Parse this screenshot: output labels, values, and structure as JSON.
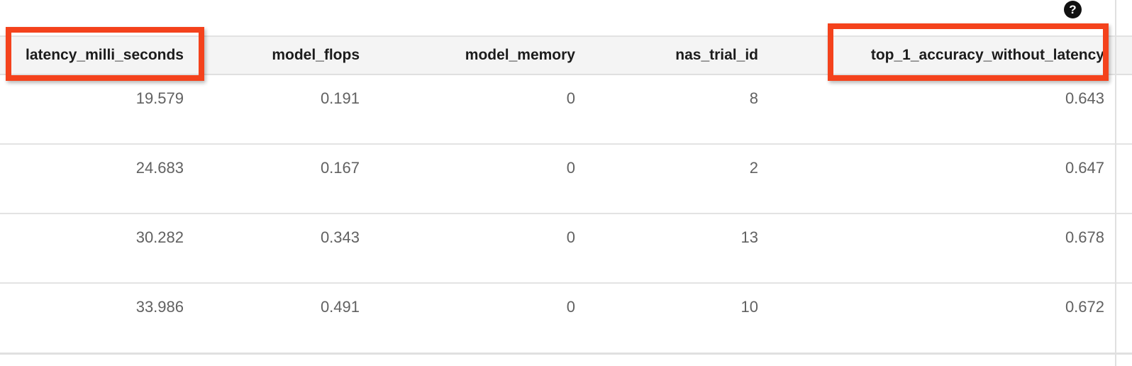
{
  "help": {
    "glyph": "?",
    "label": "Help"
  },
  "colors": {
    "highlight_box": "#f4421c",
    "header_bg": "#f4f4f4",
    "row_border": "#e3e3e3",
    "header_text": "#1c1c1c",
    "cell_text": "#616161"
  },
  "table": {
    "columns": [
      {
        "label": "latency_milli_seconds",
        "highlighted": true
      },
      {
        "label": "model_flops",
        "highlighted": false
      },
      {
        "label": "model_memory",
        "highlighted": false
      },
      {
        "label": "nas_trial_id",
        "highlighted": false
      },
      {
        "label": "top_1_accuracy_without_latency",
        "highlighted": true
      }
    ],
    "rows": [
      [
        "19.579",
        "0.191",
        "0",
        "8",
        "0.643"
      ],
      [
        "24.683",
        "0.167",
        "0",
        "2",
        "0.647"
      ],
      [
        "30.282",
        "0.343",
        "0",
        "13",
        "0.678"
      ],
      [
        "33.986",
        "0.491",
        "0",
        "10",
        "0.672"
      ]
    ]
  }
}
